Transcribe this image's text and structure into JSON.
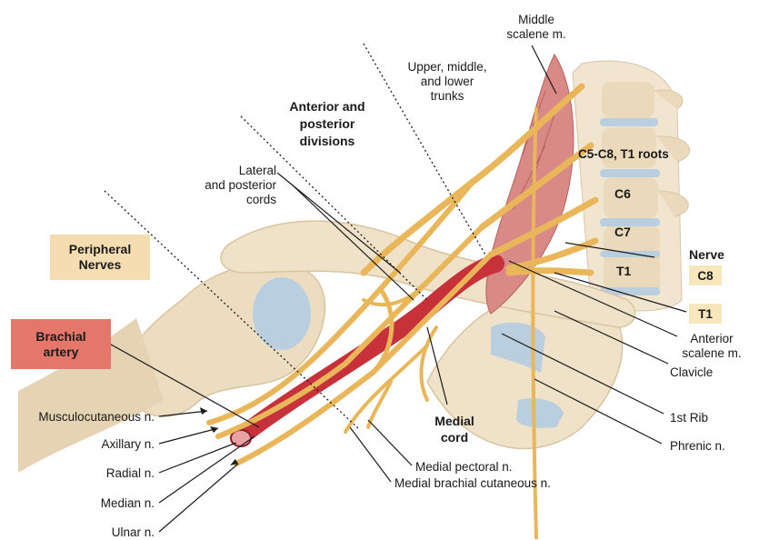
{
  "boxes": {
    "peripheral_nerves": "Peripheral\nNerves",
    "brachial_artery": "Brachial\nartery",
    "nerve_c8": "C8",
    "nerve_t1": "T1"
  },
  "labels": {
    "middle_scalene": "Middle\nscalene m.",
    "trunks": "Upper, middle,\nand lower\ntrunks",
    "divisions": "Anterior and\nposterior\ndivisions",
    "lateral_posterior_cords": "Lateral\nand posterior\ncords",
    "roots": "C5-C8, T1 roots",
    "vertebra_c6": "C6",
    "vertebra_c7": "C7",
    "vertebra_t1": "T1",
    "nerve_heading": "Nerve",
    "anterior_scalene": "Anterior\nscalene m.",
    "clavicle": "Clavicle",
    "first_rib": "1st Rib",
    "phrenic": "Phrenic n.",
    "medial_cord": "Medial\ncord",
    "medial_pectoral": "Medial pectoral n.",
    "medial_brachial_cutaneous": "Medial brachial cutaneous n.",
    "musculocutaneous": "Musculocutaneous n.",
    "axillary": "Axillary n.",
    "radial": "Radial n.",
    "median": "Median n.",
    "ulnar": "Ulnar n."
  },
  "colors": {
    "bone": "#ecdcc0",
    "bone_shadow": "#d9c4a0",
    "nerve": "#e9b759",
    "artery": "#c7323a",
    "muscle": "#d98a86",
    "disc": "#b9cfe0"
  }
}
